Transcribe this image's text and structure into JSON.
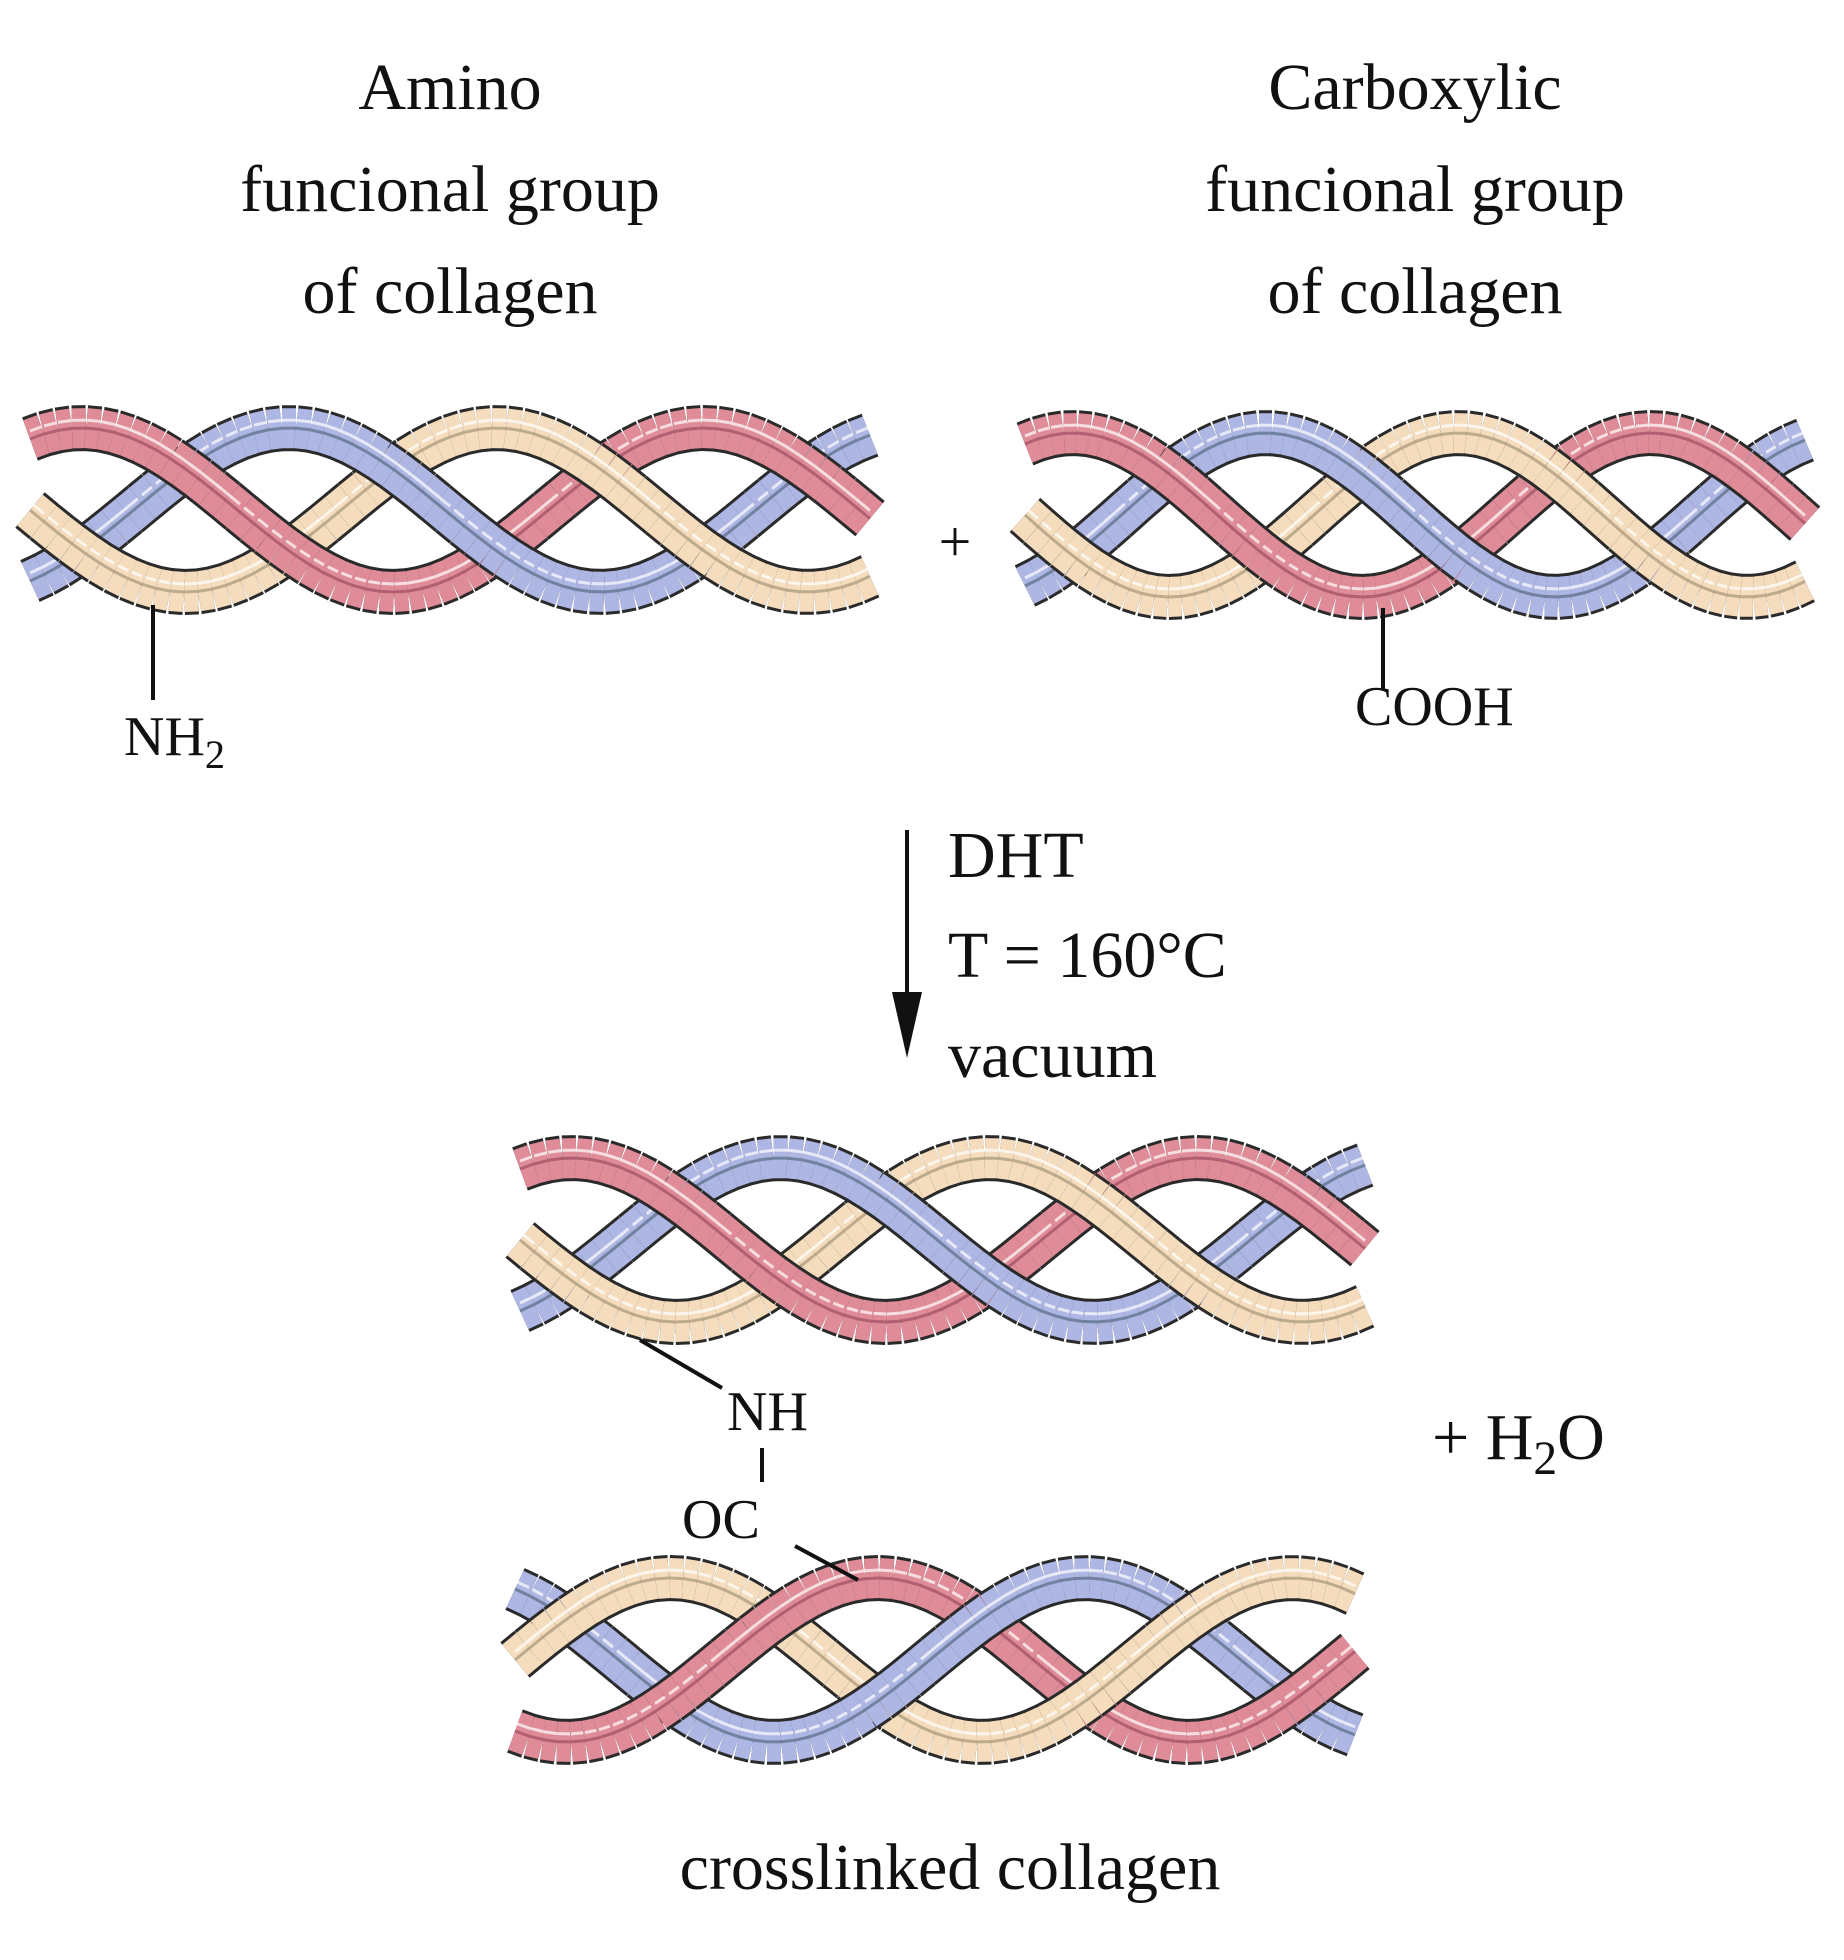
{
  "labels": {
    "amino": [
      "Amino",
      "funcional group",
      "of collagen"
    ],
    "carboxylic": [
      "Carboxylic",
      "funcional group",
      "of collagen"
    ],
    "plus": "+",
    "nh2_base": "NH",
    "nh2_sub": "2",
    "cooh": "COOH",
    "conditions": [
      "DHT",
      "T = 160°C",
      "vacuum"
    ],
    "nh": "NH",
    "oc": "OC",
    "water_prefix": "+ H",
    "water_sub": "2",
    "water_suffix": "O",
    "product": "crosslinked collagen"
  },
  "colors": {
    "strand_red": "#df8c98",
    "strand_blue": "#aeb6e4",
    "strand_cream": "#f4dcbc",
    "outline": "#2a2a2a",
    "vein_red": "#8b3a52",
    "vein_blue": "#3f5868",
    "vein_cream": "#8f8466"
  },
  "icons": {
    "arrow": "down-arrow-icon",
    "bond": "bond-line-icon"
  }
}
